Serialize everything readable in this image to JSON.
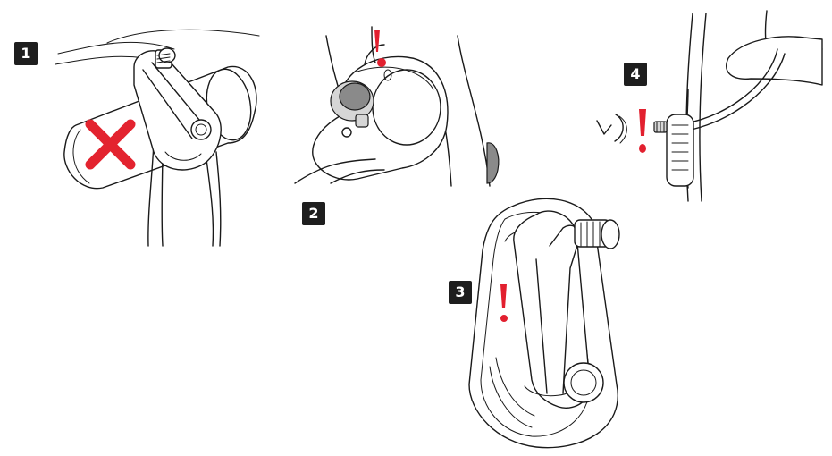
{
  "steps": [
    {
      "label": "1"
    },
    {
      "label": "2"
    },
    {
      "label": "3"
    },
    {
      "label": "4"
    }
  ],
  "colors": {
    "warning_red": "#e2202f",
    "cross_red": "#e3232f",
    "badge_bg": "#1e1e1e",
    "ink": "#1a1a1a"
  },
  "icons": [
    "cross-icon",
    "exclamation-icon",
    "arrow-icon"
  ]
}
